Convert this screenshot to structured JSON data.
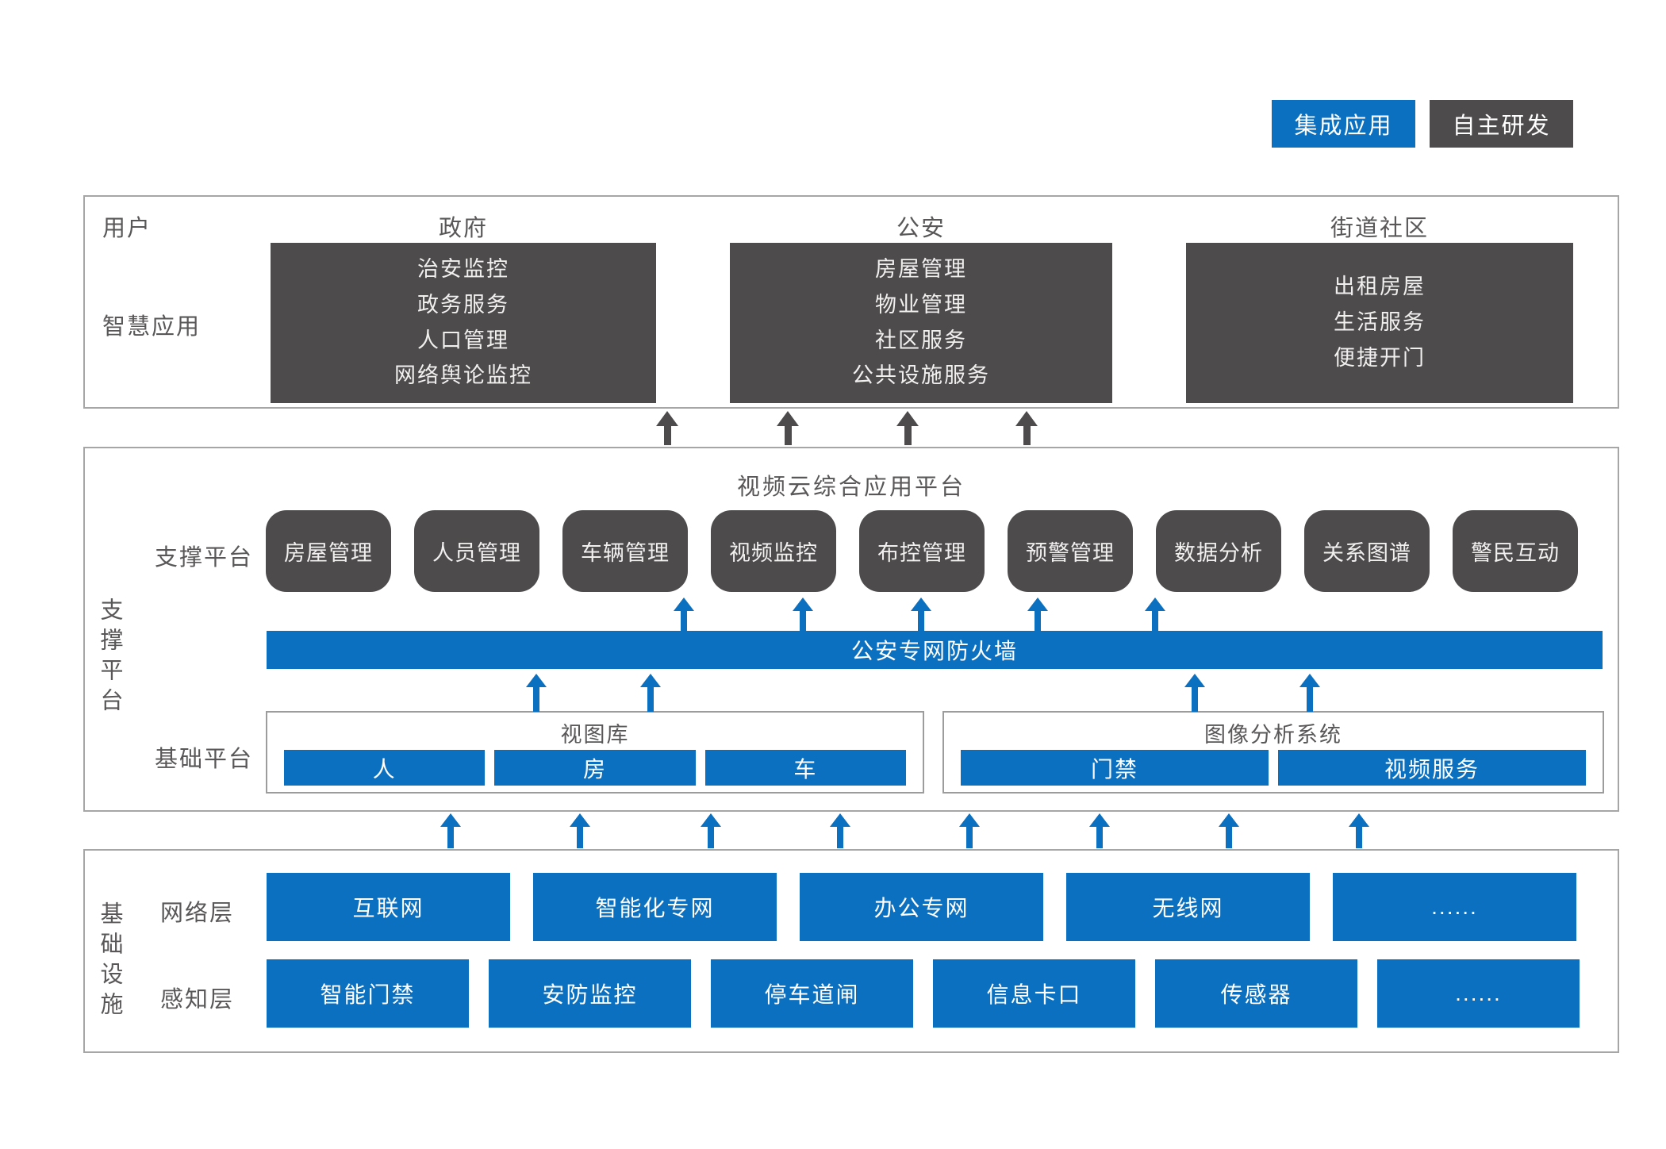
{
  "legend": {
    "integrated": "集成应用",
    "self_developed": "自主研发"
  },
  "user_section": {
    "row_label_top": "用户",
    "row_label_bottom": "智慧应用",
    "columns": [
      {
        "header": "政府",
        "items": [
          "治安监控",
          "政务服务",
          "人口管理",
          "网络舆论监控"
        ]
      },
      {
        "header": "公安",
        "items": [
          "房屋管理",
          "物业管理",
          "社区服务",
          "公共设施服务"
        ]
      },
      {
        "header": "街道社区",
        "items": [
          "出租房屋",
          "生活服务",
          "便捷开门"
        ]
      }
    ]
  },
  "support_section": {
    "side_label": "支撑平台",
    "title": "视频云综合应用平台",
    "row_label": "支撑平台",
    "modules": [
      "房屋管理",
      "人员管理",
      "车辆管理",
      "视频监控",
      "布控管理",
      "预警管理",
      "数据分析",
      "关系图谱",
      "警民互动"
    ],
    "firewall": "公安专网防火墙",
    "base_row_label": "基础平台",
    "base_platforms": [
      {
        "title": "视图库",
        "items": [
          "人",
          "房",
          "车"
        ]
      },
      {
        "title": "图像分析系统",
        "items": [
          "门禁",
          "视频服务"
        ]
      }
    ]
  },
  "infra_section": {
    "side_label": "基础设施",
    "rows": [
      {
        "label": "网络层",
        "items": [
          "互联网",
          "智能化专网",
          "办公专网",
          "无线网",
          "......"
        ]
      },
      {
        "label": "感知层",
        "items": [
          "智能门禁",
          "安防监控",
          "停车道闸",
          "信息卡口",
          "传感器",
          "......"
        ]
      }
    ]
  },
  "colors": {
    "blue": "#0b70c0",
    "dark": "#4d4b4c",
    "line": "#a6a6a6",
    "innerline": "#9c9c9c",
    "text": "#595757"
  }
}
